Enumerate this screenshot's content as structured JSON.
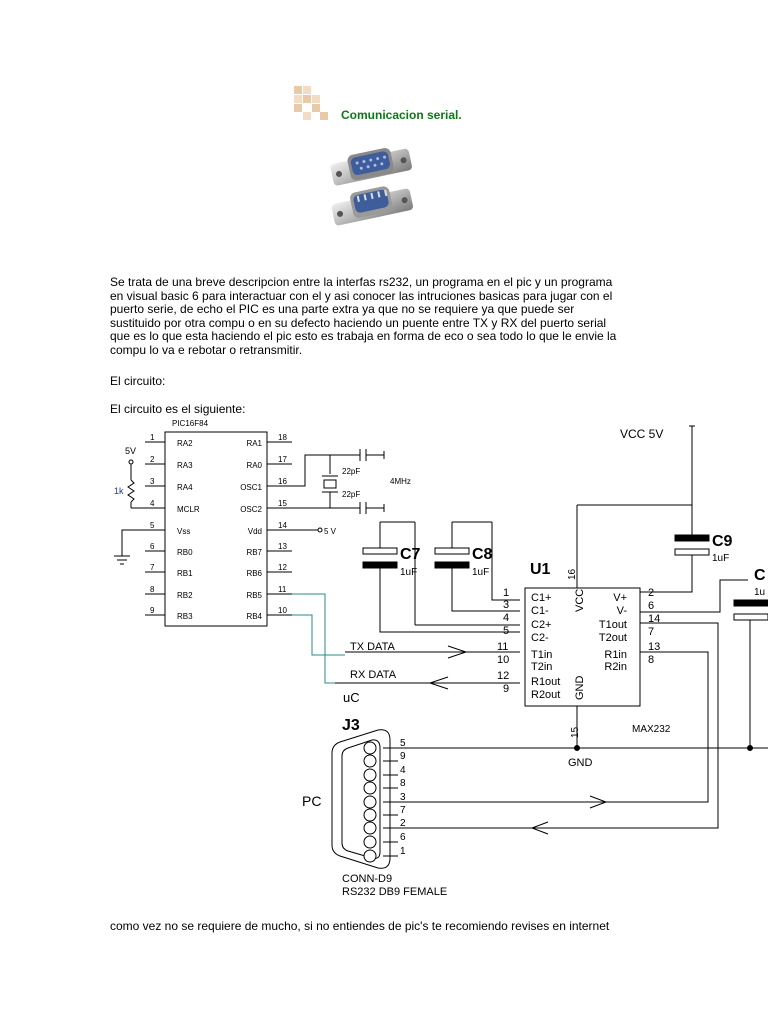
{
  "header": {
    "title": "Comunicacion serial."
  },
  "intro": {
    "lines": [
      "Se trata de una breve descripcion entre la interfas rs232, un programa en el pic y un programa",
      "en visual basic 6 para interactuar con el y asi conocer las intruciones basicas para jugar con el",
      "puerto serie, de echo el PIC es una parte extra ya que no se requiere ya que puede ser",
      "sustituido por otra compu o en su defecto haciendo un puente entre TX y RX del puerto serial",
      "que es lo que esta haciendo el pic esto es trabaja en forma de eco o sea todo lo que le envie la",
      "compu lo va e rebotar o retransmitir."
    ]
  },
  "sections": {
    "circuit_heading": "El circuito:",
    "circuit_intro": "El circuito es el siguiente:"
  },
  "schematic": {
    "pic": {
      "name": "PIC16F84",
      "left_pins": [
        {
          "num": "1",
          "label": "RA2"
        },
        {
          "num": "2",
          "label": "RA3"
        },
        {
          "num": "3",
          "label": "RA4"
        },
        {
          "num": "4",
          "label": "MCLR"
        },
        {
          "num": "5",
          "label": "Vss"
        },
        {
          "num": "6",
          "label": "RB0"
        },
        {
          "num": "7",
          "label": "RB1"
        },
        {
          "num": "8",
          "label": "RB2"
        },
        {
          "num": "9",
          "label": "RB3"
        }
      ],
      "right_pins": [
        {
          "num": "18",
          "label": "RA1"
        },
        {
          "num": "17",
          "label": "RA0"
        },
        {
          "num": "16",
          "label": "OSC1"
        },
        {
          "num": "15",
          "label": "OSC2"
        },
        {
          "num": "14",
          "label": "Vdd"
        },
        {
          "num": "13",
          "label": "RB7"
        },
        {
          "num": "12",
          "label": "RB6"
        },
        {
          "num": "11",
          "label": "RB5"
        },
        {
          "num": "10",
          "label": "RB4"
        }
      ],
      "v5": "5V",
      "r1k": "1k",
      "cap_a": "22pF",
      "cap_b": "22pF",
      "xtal": "4MHz",
      "vdd_net": "5 V"
    },
    "vcc": "VCC 5V",
    "caps": [
      {
        "name": "C7",
        "value": "1uF"
      },
      {
        "name": "C8",
        "value": "1uF"
      },
      {
        "name": "C9",
        "value": "1uF"
      },
      {
        "name": "C",
        "value": "1u"
      }
    ],
    "max": {
      "ref": "U1",
      "part": "MAX232",
      "gnd_label": "GND",
      "vcc_pin": "16",
      "gnd_pin": "15",
      "left_pins": [
        {
          "num": "1",
          "label": "C1+"
        },
        {
          "num": "3",
          "label": "C1-"
        },
        {
          "num": "4",
          "label": "C2+"
        },
        {
          "num": "5",
          "label": "C2-"
        },
        {
          "num": "11",
          "label": "T1in"
        },
        {
          "num": "10",
          "label": "T2in"
        },
        {
          "num": "12",
          "label": "R1out"
        },
        {
          "num": "9",
          "label": "R2out"
        }
      ],
      "right_pins": [
        {
          "num": "2",
          "label": "V+"
        },
        {
          "num": "6",
          "label": "V-"
        },
        {
          "num": "14",
          "label": "T1out"
        },
        {
          "num": "7",
          "label": "T2out"
        },
        {
          "num": "13",
          "label": "R1in"
        },
        {
          "num": "8",
          "label": "R2in"
        }
      ],
      "vcc_label": "VCC",
      "gnd_side_label": "GND"
    },
    "nets": {
      "tx": "TX DATA",
      "rx": "RX DATA",
      "uc": "uC",
      "pc": "PC"
    },
    "conn": {
      "ref": "J3",
      "pins": [
        "5",
        "9",
        "4",
        "8",
        "3",
        "7",
        "2",
        "6",
        "1"
      ],
      "part": "CONN-D9",
      "desc": "RS232 DB9 FEMALE"
    }
  },
  "footer": {
    "text": "como vez no se requiere de mucho, si no entiendes de pic's te recomiendo revises en internet"
  },
  "colors": {
    "title": "#0a7a14",
    "wire_alt": "#2a8a8a",
    "cap_fill": "#000000"
  }
}
